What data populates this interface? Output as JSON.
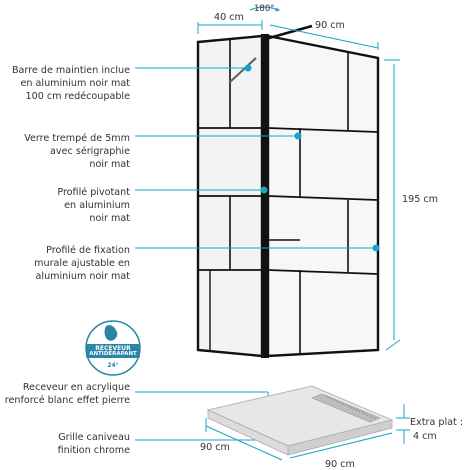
{
  "labels": {
    "bar": [
      "Barre de maintien inclue",
      "en aluminium noir mat",
      "100 cm redécoupable"
    ],
    "glass": [
      "Verre trempé de 5mm",
      "avec sérigraphie",
      "noir mat"
    ],
    "pivot": [
      "Profilé pivotant",
      "en aluminium",
      "noir mat"
    ],
    "fixation": [
      "Profilé de fixation",
      "murale ajustable en",
      "aluminium noir mat"
    ],
    "tray": [
      "Receveur en acrylique",
      "renforcé blanc effet pierre"
    ],
    "drain": [
      "Grille caniveau",
      "finition chrome"
    ]
  },
  "dimensions": {
    "rotation": "180°",
    "top_left": "40 cm",
    "top_right": "90 cm",
    "height": "195 cm",
    "tray_depth": "90 cm",
    "tray_width": "90 cm",
    "extra_plat": "Extra plat :",
    "extra_plat_value": "4 cm"
  },
  "badge": {
    "line1": "RECEVEUR",
    "line2": "ANTIDÉRAPANT",
    "line3": "24°"
  },
  "colors": {
    "accent": "#1aa3c8",
    "frame": "#111111",
    "badge": "#2b86a6"
  }
}
